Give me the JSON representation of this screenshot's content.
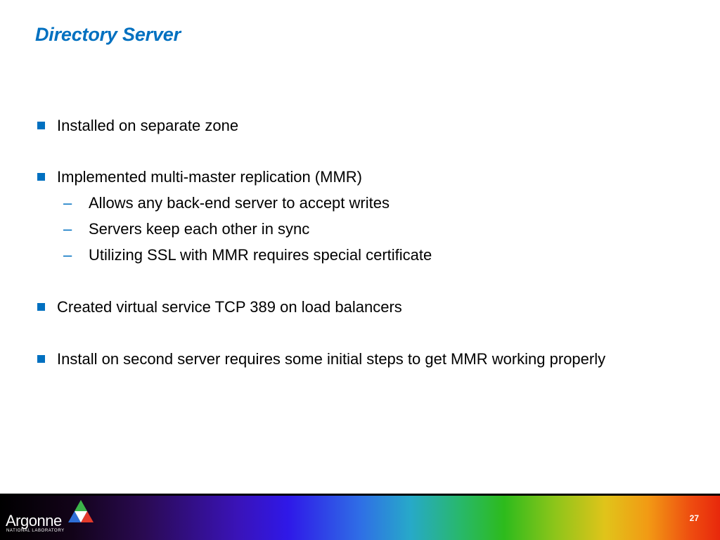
{
  "slide": {
    "title": "Directory Server",
    "bullets": [
      {
        "text": "Installed on separate zone"
      },
      {
        "text": "Implemented multi-master replication (MMR)",
        "subitems": [
          "Allows any back-end server to accept writes",
          "Servers keep each other in sync",
          "Utilizing SSL with MMR requires special certificate"
        ]
      },
      {
        "text": "Created virtual service TCP 389 on load balancers"
      },
      {
        "text": "Install on second server requires some initial steps to get MMR working properly"
      }
    ],
    "sub_marker": "–"
  },
  "footer": {
    "logo_text": "Argonne",
    "logo_subtext": "NATIONAL LABORATORY",
    "page_number": "27",
    "logo_icon": "argonne-triangle-icon"
  },
  "colors": {
    "accent": "#0070c0",
    "text": "#000000",
    "footer_text": "#ffffff"
  }
}
